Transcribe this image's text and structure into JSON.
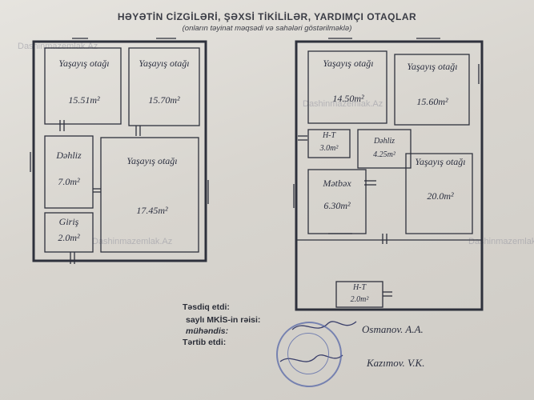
{
  "header": {
    "title": "HƏYƏTİN CİZGİLƏRİ, ŞƏXSİ TİKİLİLƏR, YARDIMÇI OTAQLAR",
    "subtitle": "(onların təyinat məqsədi və sahələri göstərilməklə)"
  },
  "watermark": "Dashinmazemlak.Az",
  "left_plan": {
    "rooms": [
      {
        "name": "Yaşayış otağı",
        "area": "15.51m²"
      },
      {
        "name": "Yaşayış otağı",
        "area": "15.70m²"
      },
      {
        "name": "Dəhliz",
        "area": "7.0m²"
      },
      {
        "name": "Yaşayış otağı",
        "area": "17.45m²"
      },
      {
        "name": "Giriş",
        "area": "2.0m²"
      }
    ]
  },
  "right_plan": {
    "rooms": [
      {
        "name": "Yaşayış otağı",
        "area": "14.50m²"
      },
      {
        "name": "Yaşayış otağı",
        "area": "15.60m²"
      },
      {
        "name": "H-T",
        "area": "3.0m²"
      },
      {
        "name": "Dəhliz",
        "area": "4.25m²"
      },
      {
        "name": "Yaşayış otağı",
        "area": "20.0m²"
      },
      {
        "name": "Mətbəx",
        "area": "6.30m²"
      },
      {
        "name": "H-T",
        "area": "2.0m²"
      }
    ]
  },
  "signatures": {
    "approved_label": "Təsdiq etdi:",
    "head_label": "saylı MKİS-in rəisi:",
    "engineer_label": "mühəndis:",
    "drawn_label": "Tərtib etdi:",
    "engineer_name": "Osmanov. A.A.",
    "drawer_name": "Kazımov. V.K."
  }
}
